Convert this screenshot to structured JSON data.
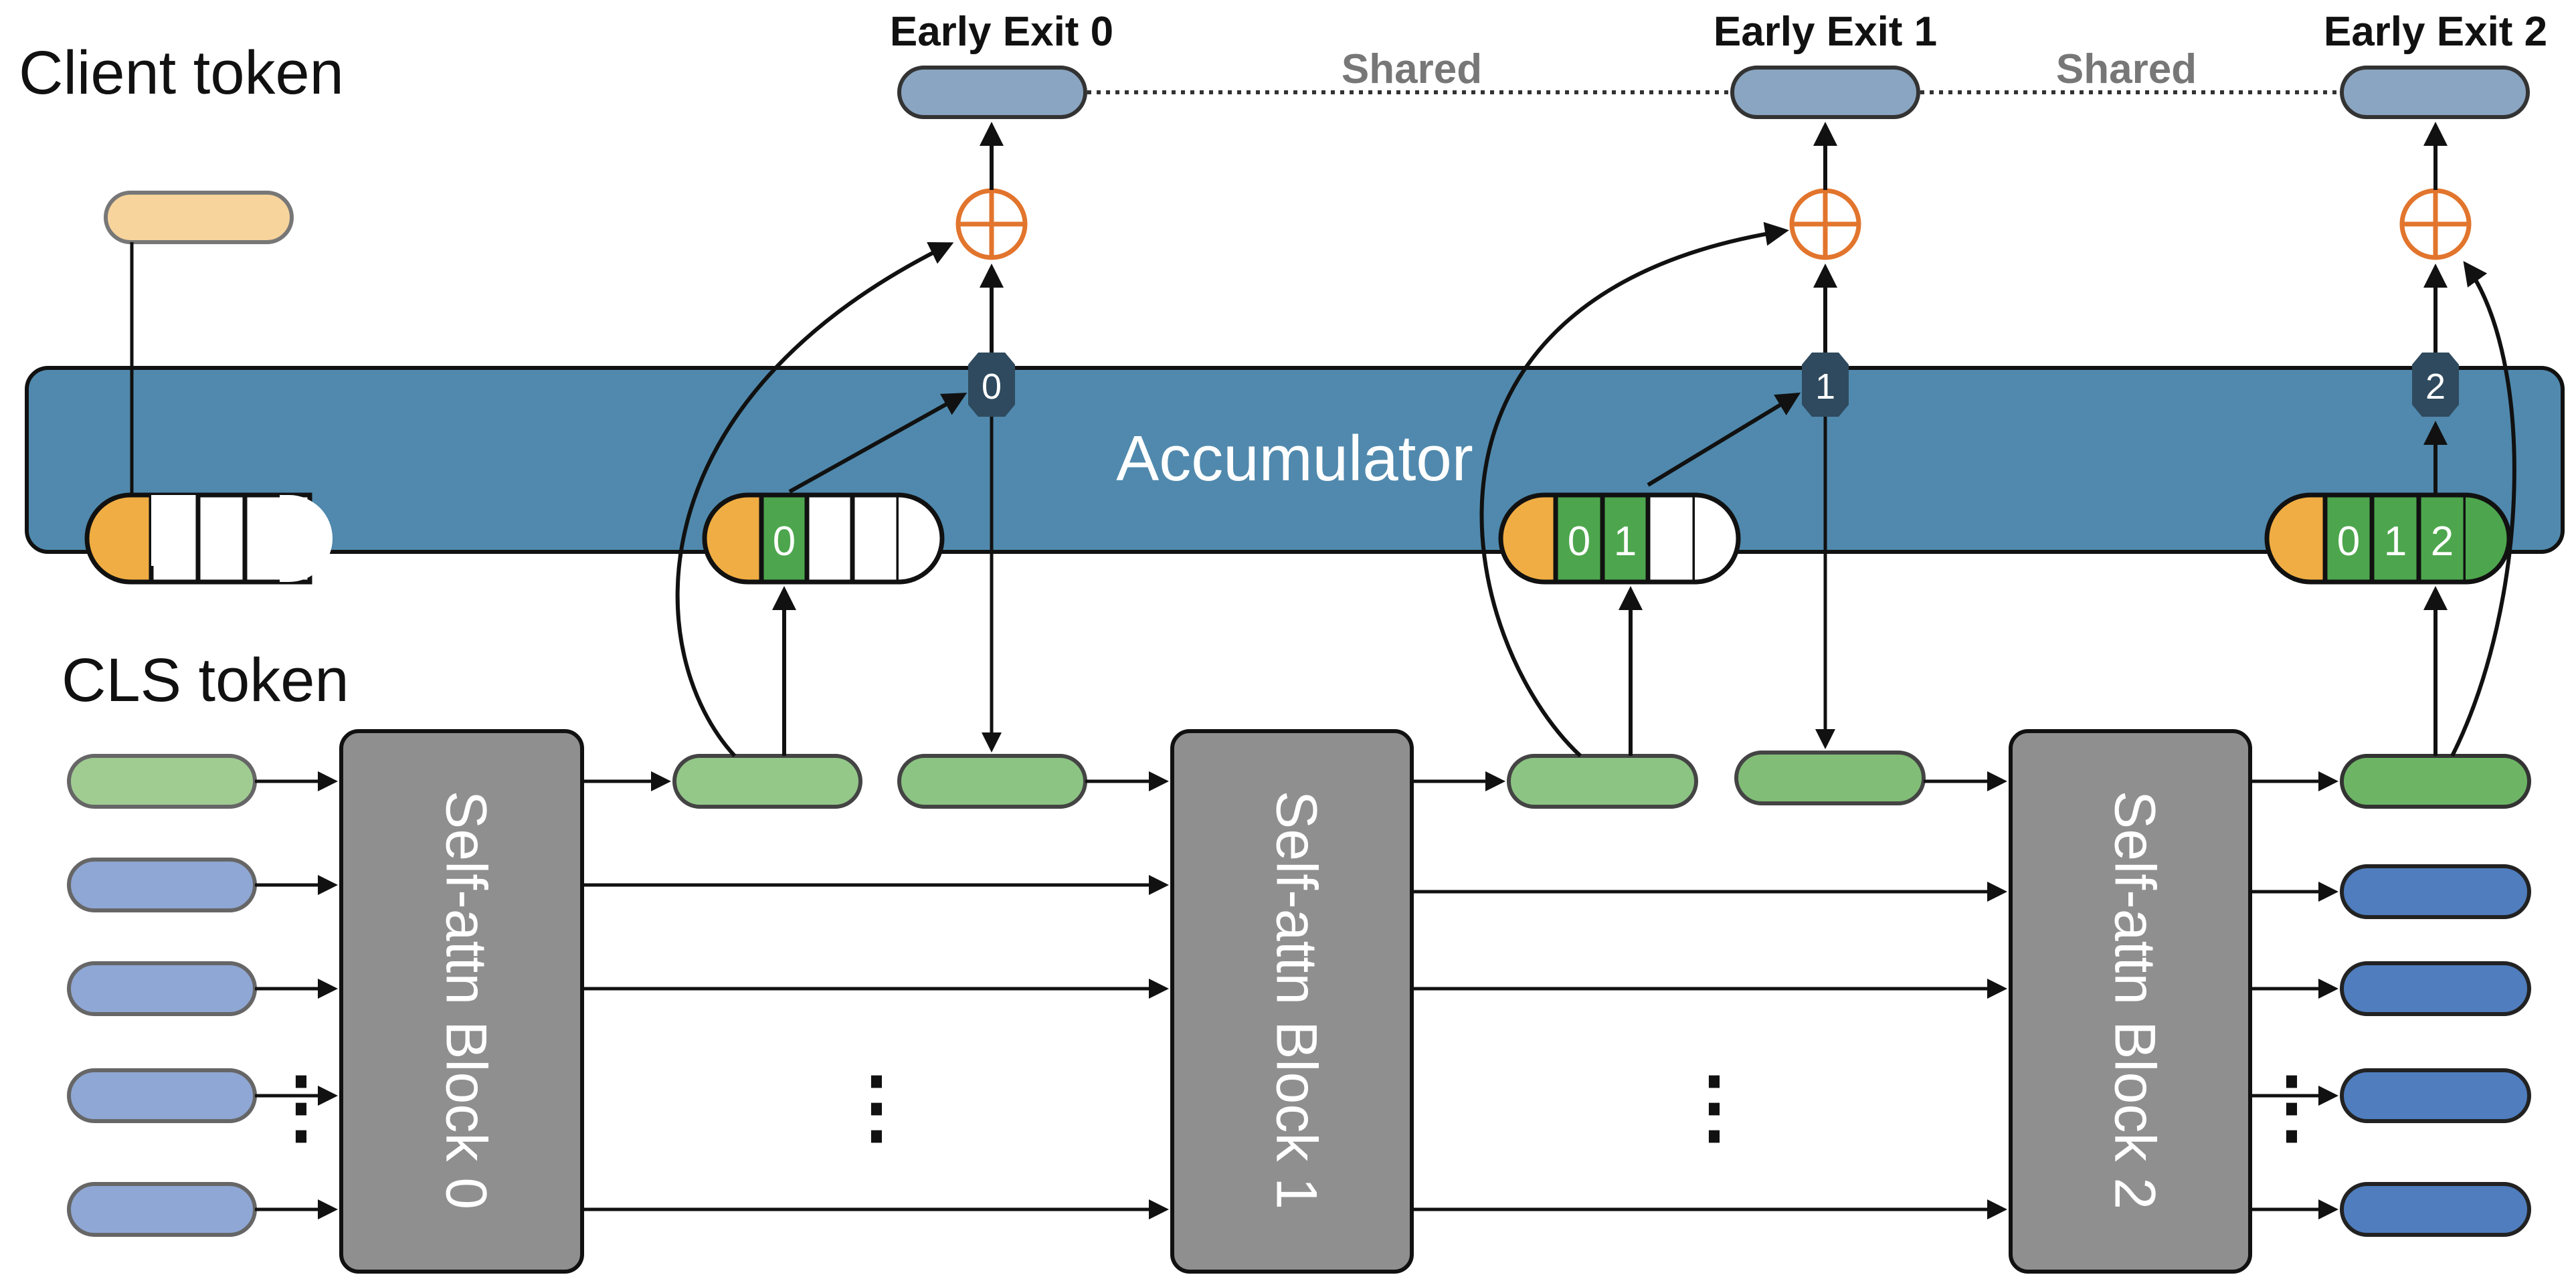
{
  "labels": {
    "client_token": "Client token",
    "cls_token": "CLS token",
    "accumulator": "Accumulator",
    "shared": "Shared"
  },
  "early_exits": [
    "Early Exit 0",
    "Early Exit 1",
    "Early Exit 2"
  ],
  "blocks": [
    "Self-attn Block 0",
    "Self-attn Block 1",
    "Self-attn Block 2"
  ],
  "exit_indices": [
    "0",
    "1",
    "2"
  ],
  "slot_digits": [
    "0",
    "1",
    "2"
  ],
  "ellipsis": "⋮",
  "colors": {
    "accumulator": "#5089ad",
    "client_token": "#f7d49c",
    "orange_slot": "#f0ad43",
    "green_slot": "#4da64d",
    "plus_circle": "#e2752d",
    "block": "#8f8f8f",
    "exit_box": "#8aa5c1",
    "index_badge": "#2f4a5e"
  }
}
